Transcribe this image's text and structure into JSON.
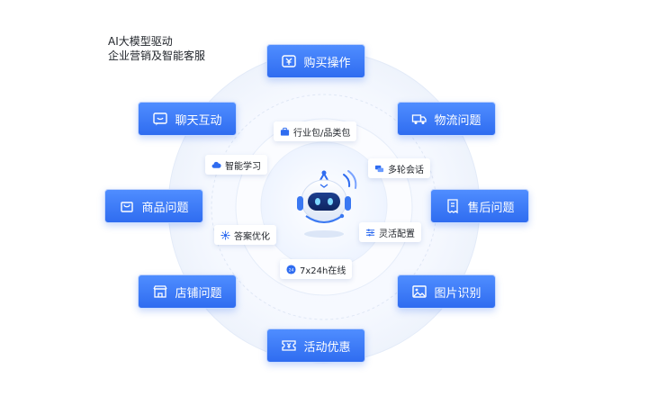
{
  "heading": {
    "line1": "AI大模型驱动",
    "line2": "企业营销及智能客服"
  },
  "buttons": {
    "buy": "购买操作",
    "logistics": "物流问题",
    "aftersale": "售后问题",
    "image": "图片识别",
    "promo": "活动优惠",
    "store": "店铺问题",
    "product": "商品问题",
    "chat": "聊天互动"
  },
  "chips": {
    "industry": "行业包/品类包",
    "multiturn": "多轮会话",
    "flex": "灵活配置",
    "allday": "7x24h在线",
    "answer": "答案优化",
    "learning": "智能学习"
  },
  "colors": {
    "primary": "#2f6cf0",
    "primary_light": "#4f8dff",
    "ring": "#eef3fc"
  }
}
